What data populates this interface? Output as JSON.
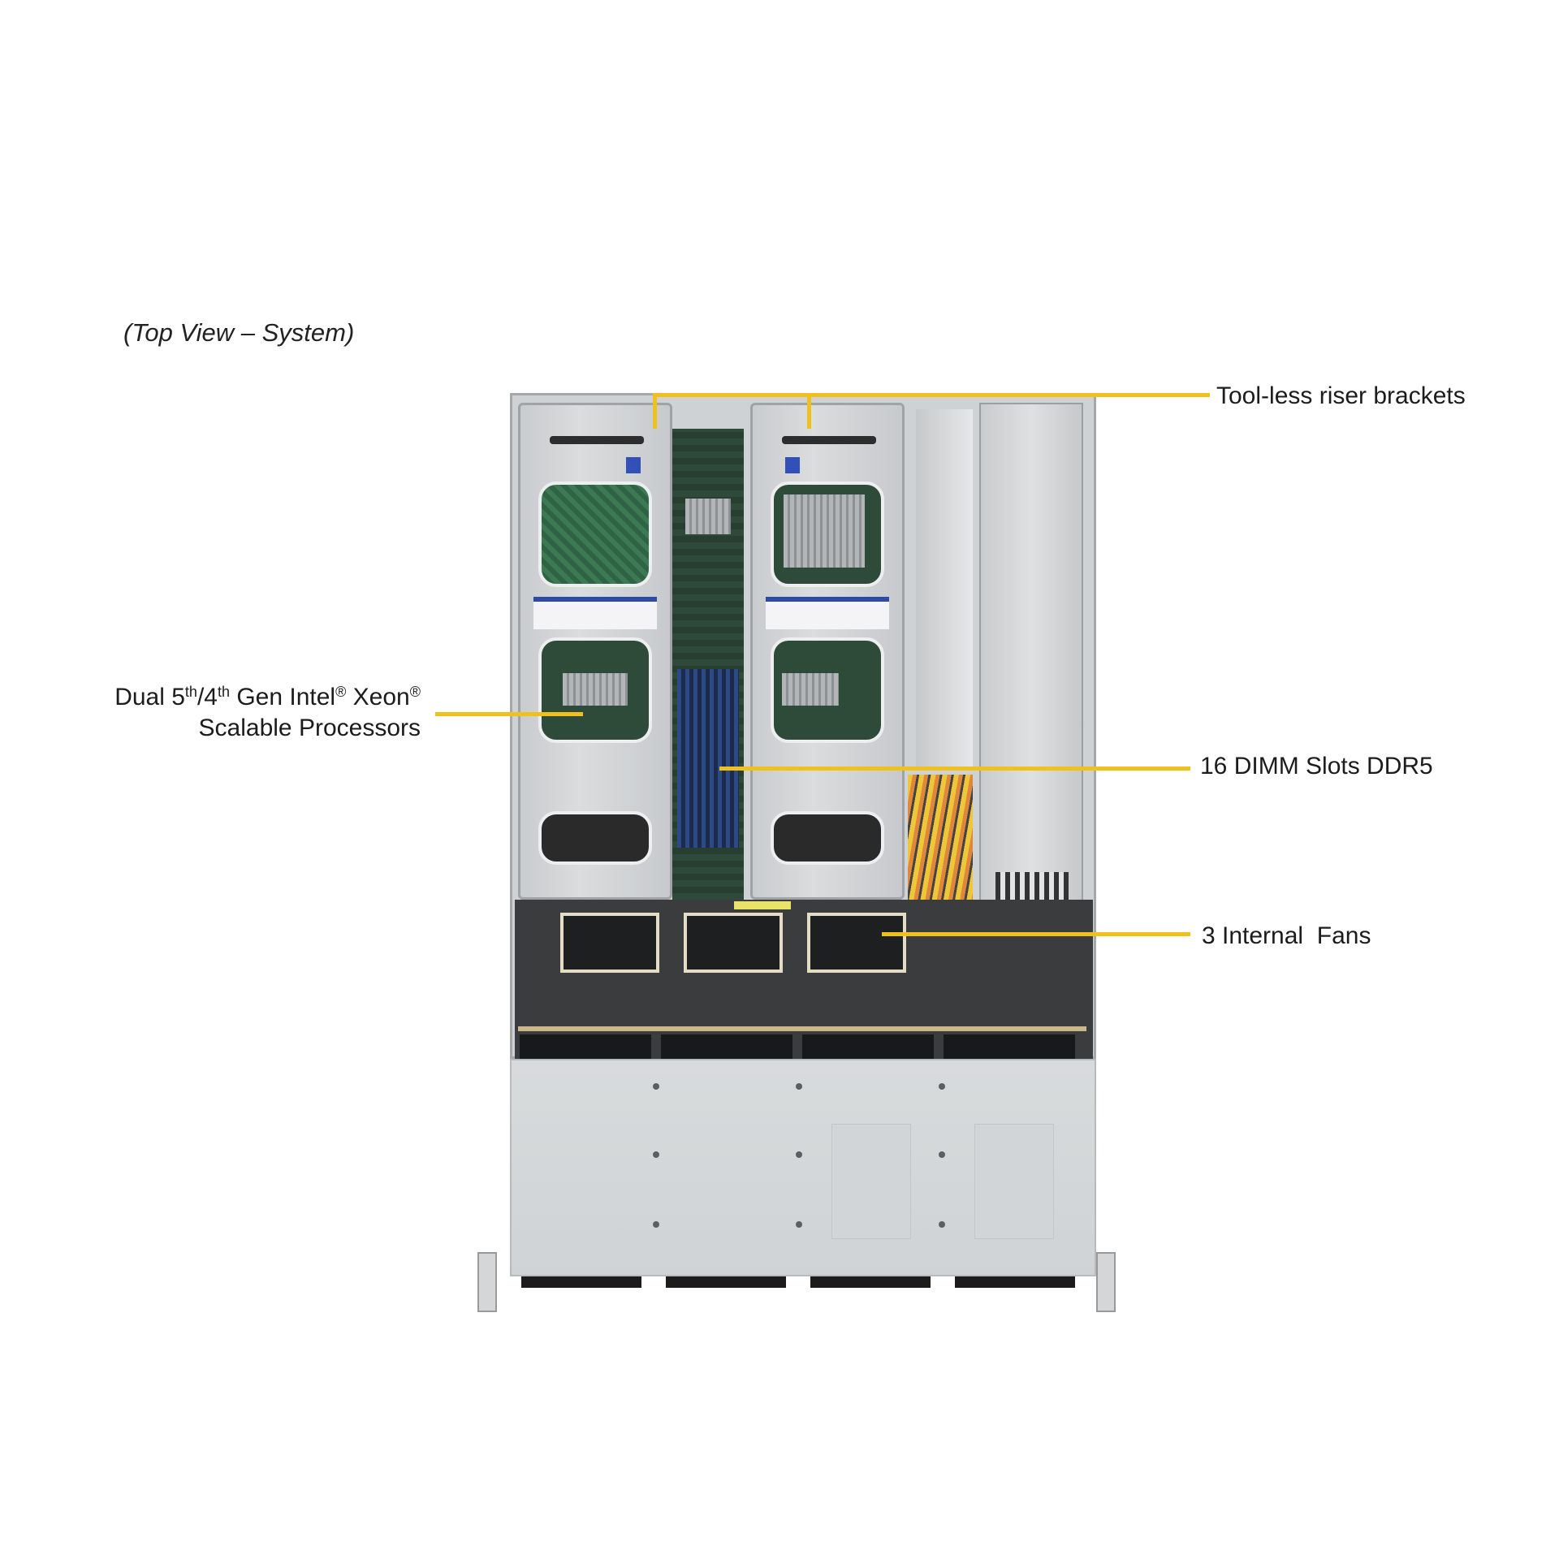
{
  "caption": "(Top View – System)",
  "colors": {
    "leader_line": "#f0c01c",
    "background": "#ffffff",
    "text": "#1c1c1c"
  },
  "callouts": {
    "riser_brackets": {
      "label": "Tool-less riser brackets"
    },
    "processors": {
      "line1_prefix": "Dual 5",
      "sup1": "th",
      "line1_mid": "/4",
      "sup2": "th",
      "line1_mid2": " Gen Intel",
      "sup3": "®",
      "line1_mid3": " Xeon",
      "sup4": "®",
      "line2": "Scalable Processors"
    },
    "dimm_slots": {
      "label": "16 DIMM  Slots DDR5"
    },
    "fans": {
      "label": "3 Internal  Fans"
    }
  },
  "image": {
    "subject": "server-chassis-top-view",
    "internal_fans": 3,
    "front_fans": 4,
    "riser_brackets": 2
  }
}
